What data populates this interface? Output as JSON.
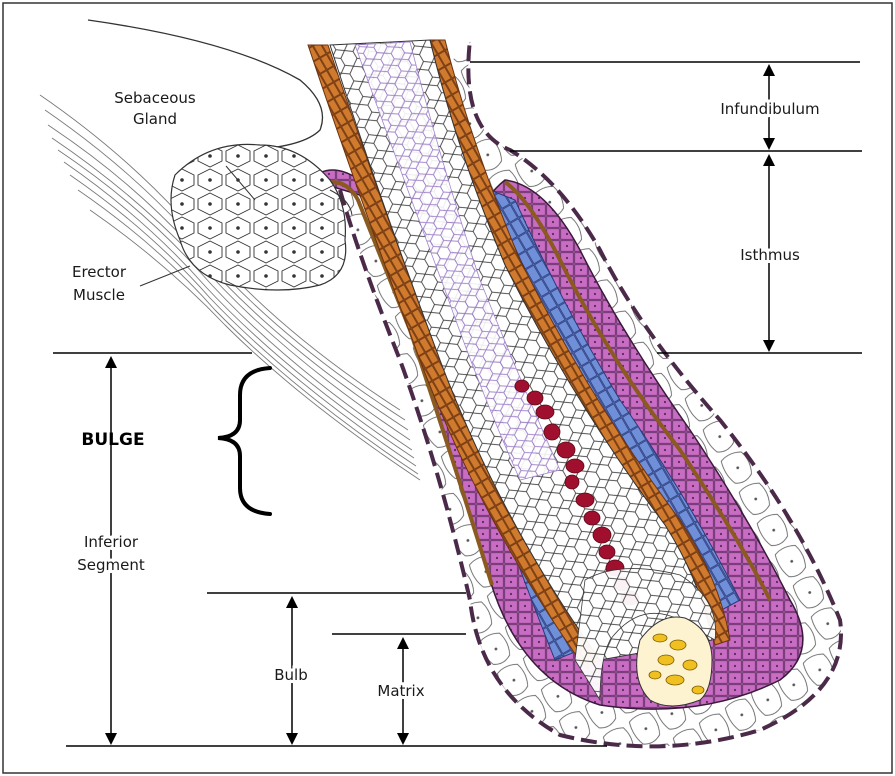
{
  "labels": {
    "sebaceous_line1": "Sebaceous",
    "sebaceous_line2": "Gland",
    "erector_line1": "Erector",
    "erector_line2": "Muscle",
    "bulge": "BULGE",
    "inferior_line1": "Inferior",
    "inferior_line2": "Segment",
    "bulb": "Bulb",
    "matrix": "Matrix",
    "infundibulum": "Infundibulum",
    "isthmus": "Isthmus"
  },
  "colors": {
    "outer_root_sheath": "#c86cc4",
    "companion_layer": "#6f8fd8",
    "cuticle_orange": "#d07a2e",
    "medulla_red": "#a0102e",
    "dermal_papilla_yellow": "#f0c020",
    "connective_tissue_dark": "#4a2a48",
    "line": "#000000"
  }
}
